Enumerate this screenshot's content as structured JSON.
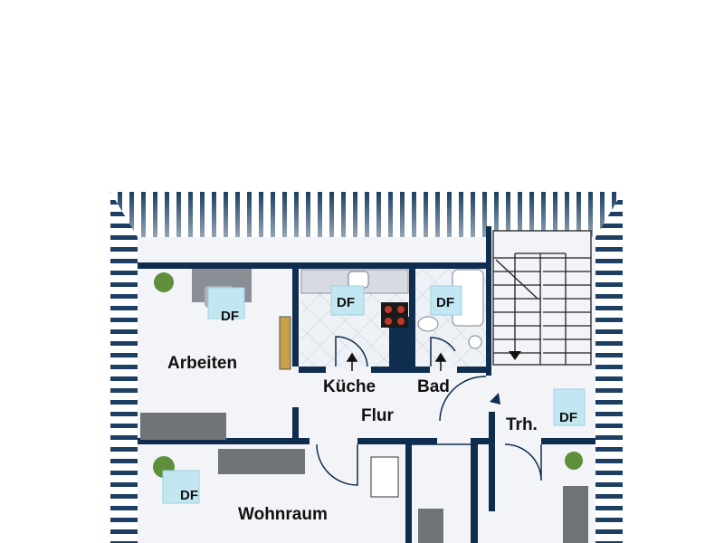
{
  "rooms": {
    "arbeiten": "Arbeiten",
    "kueche": "Küche",
    "bad": "Bad",
    "flur": "Flur",
    "treppenhaus": "Trh.",
    "wohnraum": "Wohnraum"
  },
  "skylight_label": "DF",
  "colors": {
    "wall": "#0f2d4f",
    "roof_stripe": "#143a5c",
    "floor": "#f2f3f7",
    "tile": "#e9ecf1",
    "skylight": "#bfe6f2"
  }
}
